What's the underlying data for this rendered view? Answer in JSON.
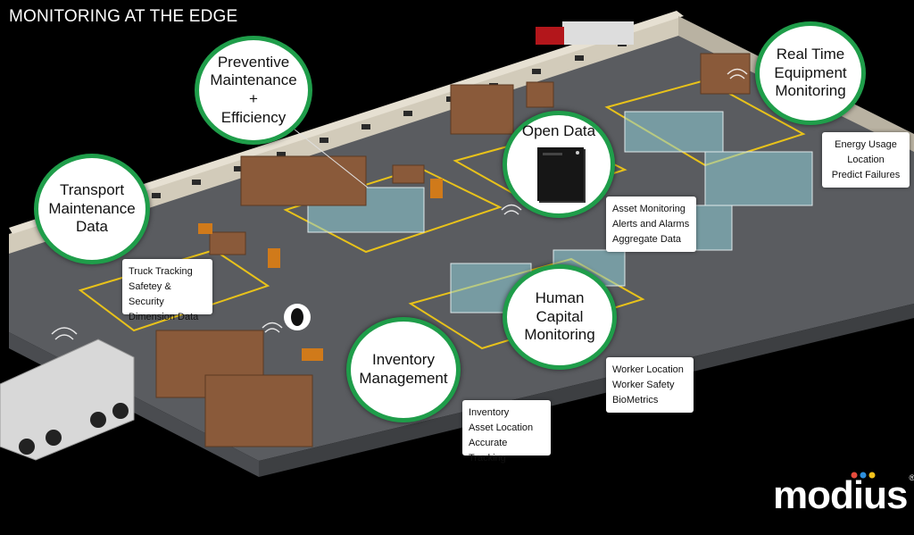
{
  "title": "MONITORING AT THE EDGE",
  "colors": {
    "accent": "#1f9d4a",
    "floor": "#5a5c60",
    "wall": "#cfc8b8",
    "box": "#8a5a3a",
    "machine": "#8fd0d8",
    "safety_line": "#e8c21a"
  },
  "bubbles": {
    "preventive": "Preventive\nMaintenance\n+\nEfficiency",
    "transport": "Transport\nMaintenance\nData",
    "open_data": "Open Data",
    "real_time": "Real Time\nEquipment\nMonitoring",
    "human": "Human\nCapital\nMonitoring",
    "inventory": "Inventory\nManagement"
  },
  "callouts": {
    "energy": "Energy Usage\nLocation\nPredict Failures",
    "asset": "Asset  Monitoring\nAlerts and Alarms\nAggregate Data",
    "truck": "Truck Tracking\nSafetey & Security\nDimension Data",
    "worker": "Worker Location\nWorker Safety\nBioMetrics",
    "inventory": "Inventory\nAsset Location\nAccurate Tracking"
  },
  "logo": {
    "text": "modius",
    "mark": "®"
  },
  "icons": {
    "server": "server-icon",
    "wifi": "wifi-signal-icon",
    "sensor": "sensor-puck-icon"
  }
}
